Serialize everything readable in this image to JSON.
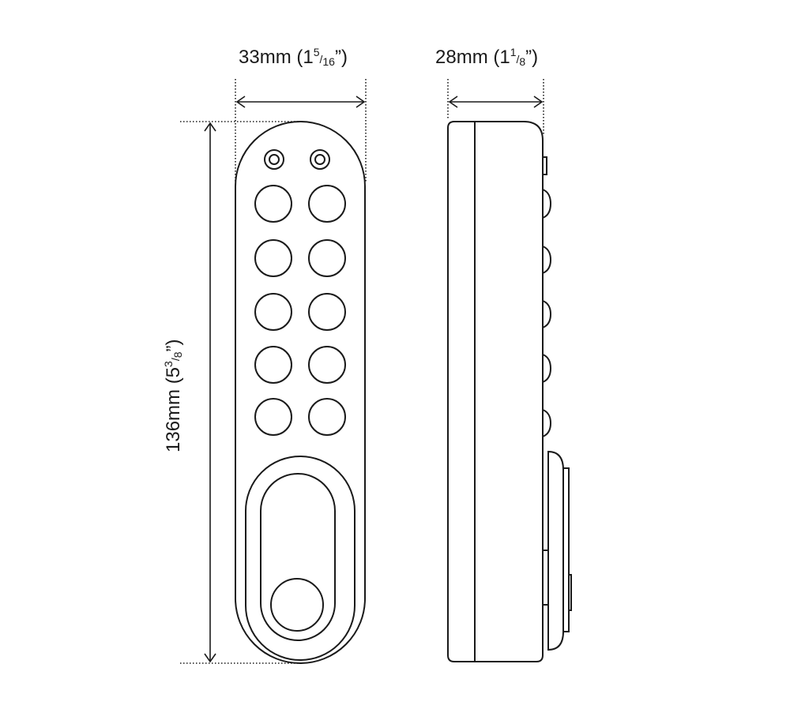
{
  "dimensions": {
    "width": {
      "main": "33mm (1",
      "sup": "5",
      "slash": "/",
      "sub": "16",
      "close": "”)"
    },
    "depth": {
      "main": "28mm (1",
      "sup": "1",
      "slash": "/",
      "sub": "8",
      "close": "”)"
    },
    "height": {
      "main": "136mm (5",
      "sup": "3",
      "slash": "/",
      "sub": "8",
      "close": "”)"
    }
  },
  "keypad": {
    "button_rows": 5,
    "button_columns": 2,
    "indicator_count": 2
  },
  "colors": {
    "line": "#1a1a1a",
    "background": "#ffffff"
  }
}
